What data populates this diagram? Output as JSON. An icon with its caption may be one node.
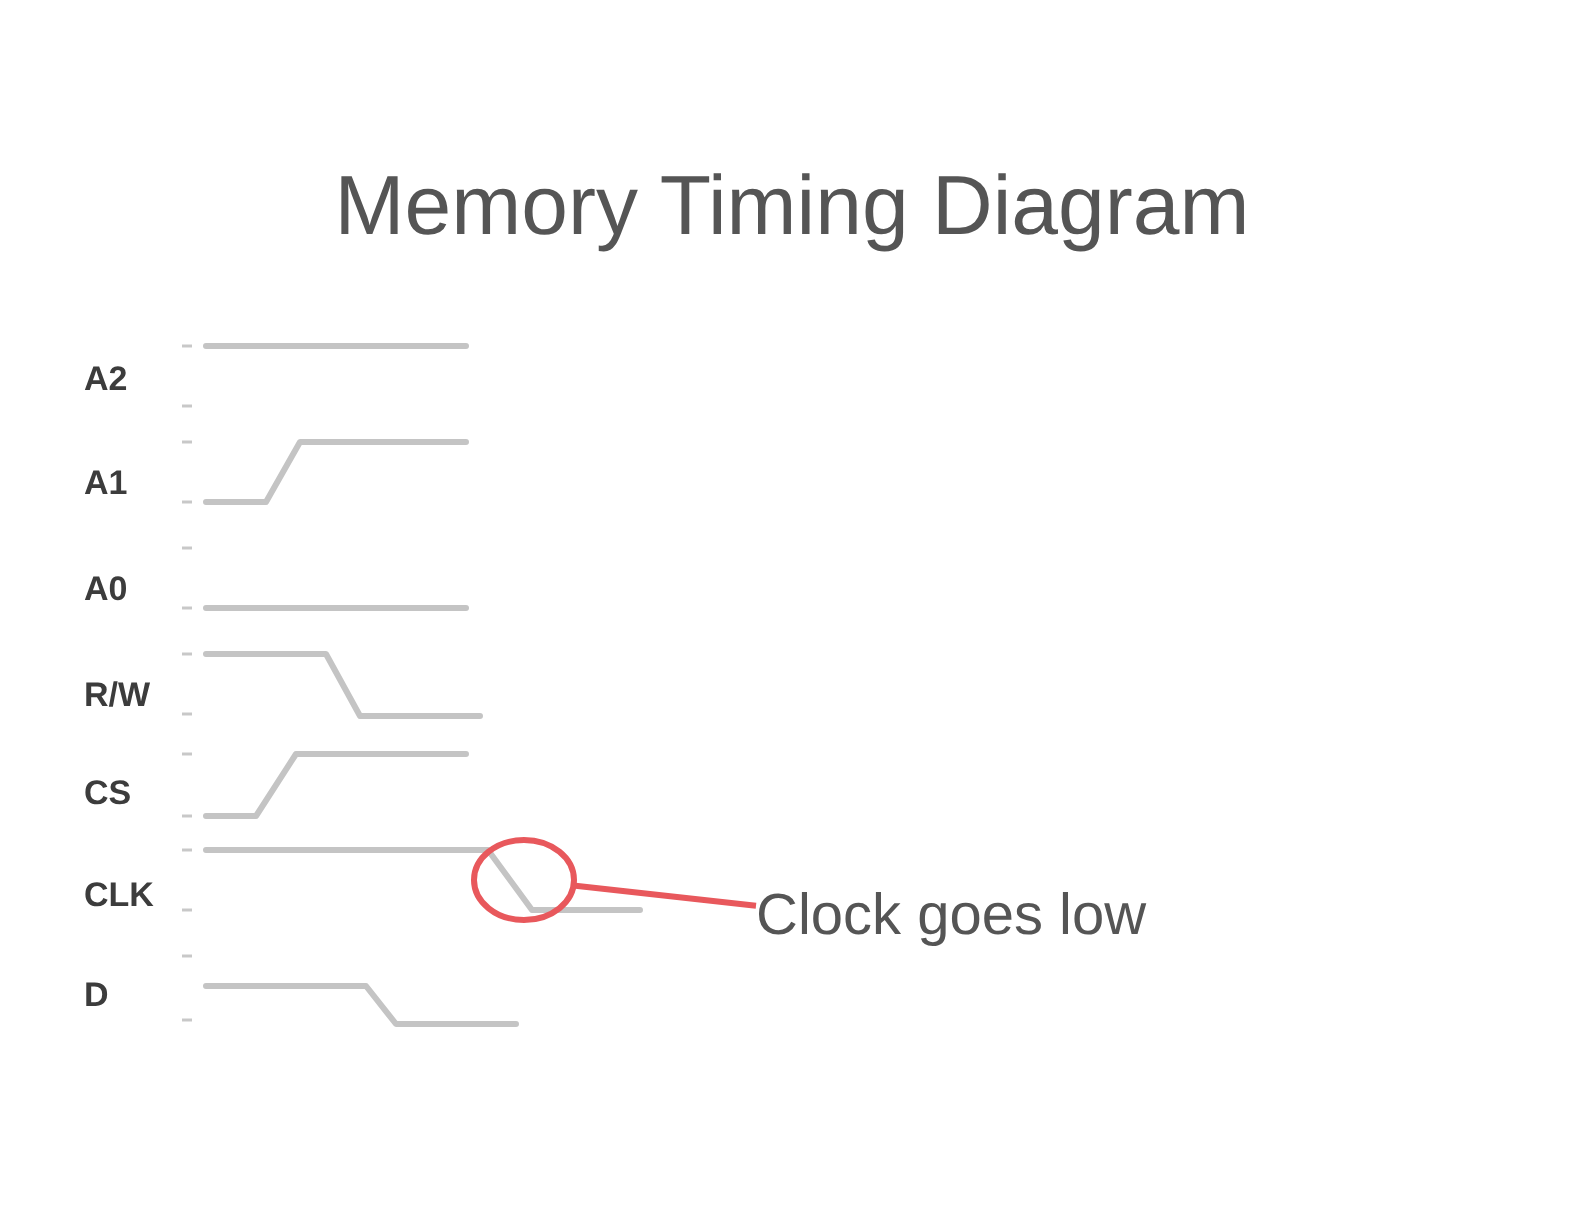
{
  "diagram": {
    "title": "Memory Timing Diagram",
    "nodes": [
      {
        "text": [
          "Clock goes low"
        ]
      },
      {
        "text": [],
        "shape": "circle"
      }
    ],
    "edges": [
      {
        "from": 0,
        "to": 1,
        "arrow": "none",
        "color": "#e8585c"
      }
    ],
    "labels": [
      "A2",
      "A1",
      "A0",
      "R/W",
      "CS",
      "CLK",
      "D"
    ]
  }
}
